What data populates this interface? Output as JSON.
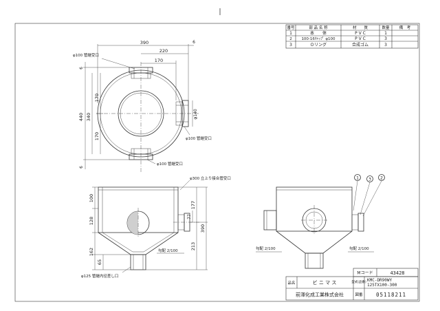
{
  "parts_table": {
    "headers": {
      "no": "番号",
      "name": "部 品 名 称",
      "material": "材　　質",
      "qty": "数量",
      "remarks": "備　考"
    },
    "rows": [
      {
        "no": "1",
        "name": "本　　体",
        "material": "P V C",
        "qty": "1"
      },
      {
        "no": "2",
        "name": "100-16ｷｬｯﾌﾟ φ100",
        "material": "P V C",
        "qty": "3"
      },
      {
        "no": "3",
        "name": "Ｏリング",
        "material": "合成ゴム",
        "qty": "3"
      }
    ]
  },
  "top_view": {
    "dim_390": "390",
    "dim_6_right": "6",
    "dim_220": "220",
    "dim_170_horizontal": "170",
    "dim_6_top": "6",
    "dim_6_bottom": "6",
    "dim_440": "440",
    "dim_340": "340",
    "dim_170_upper": "170",
    "dim_170_lower": "170",
    "dim_phi140": "φ140",
    "label_inlet_top": "φ100 管継受口",
    "label_inlet_right": "φ100 管継受口",
    "label_inlet_bottom": "φ100 管継受口"
  },
  "front_view": {
    "label_top_socket": "φ300 立上り接合管受口",
    "dim_100": "100",
    "dim_128": "128",
    "dim_162": "162",
    "dim_65": "65",
    "dim_177": "177",
    "dim_77": "77",
    "dim_213": "213",
    "dim_390_vertical": "390",
    "slope_label": "勾配 2/100",
    "label_bottom": "φ125 管継内径差し口"
  },
  "side_view": {
    "callouts": [
      "1",
      "3",
      "2"
    ],
    "slope_left": "勾配 2/100",
    "slope_right": "勾配 2/100"
  },
  "title_block": {
    "m_code_label": "Mコード",
    "m_code": "43428",
    "name_label": "品名",
    "name_value": "ビ ニ マ ス",
    "model_label": "型式(品番)",
    "model_line1": "KMC-DR90WY",
    "model_line2": "125TX100-300",
    "company": "前澤化成工業株式会社",
    "drawing_no_label": "図番",
    "drawing_no": "05118211"
  }
}
